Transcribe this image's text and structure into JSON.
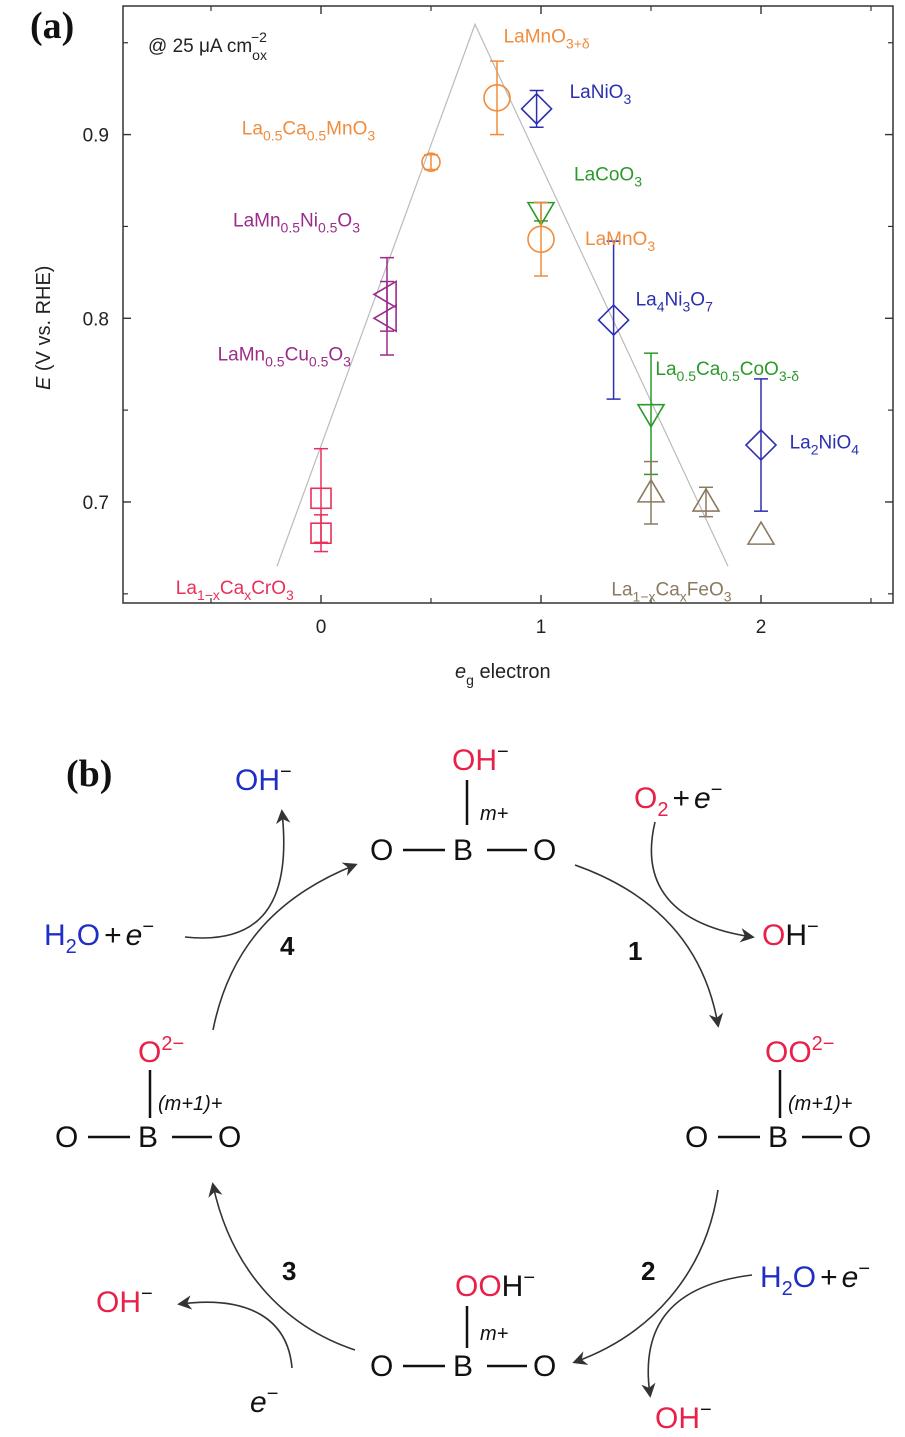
{
  "panel_a": {
    "label": "(a)",
    "condition_label": "@ 25 μA cm",
    "condition_sup": "−2",
    "condition_sub": "ox"
  },
  "chart_data": {
    "type": "scatter",
    "title": "",
    "xlabel_main": "e",
    "xlabel_sub": "g",
    "xlabel_rest": " electron",
    "ylabel_italic": "E",
    "ylabel_rest": " (V vs. RHE)",
    "xlim": [
      -0.9,
      2.6
    ],
    "ylim": [
      0.645,
      0.97
    ],
    "x_ticks": [
      0,
      1,
      2
    ],
    "x_minor_ticks": [
      -0.5,
      0.5,
      1.5,
      2.5
    ],
    "y_ticks": [
      0.7,
      0.8,
      0.9
    ],
    "y_minor_ticks": [
      0.65,
      0.75,
      0.85,
      0.95
    ],
    "grid": false,
    "trend_line": [
      [
        -0.2,
        0.665
      ],
      [
        0.7,
        0.96
      ],
      [
        1.85,
        0.665
      ]
    ],
    "colors": {
      "pink": "#e8305a",
      "purple": "#9b2c8a",
      "orange": "#f08c3c",
      "blue": "#2b2fb0",
      "green": "#2a9a2a",
      "tan": "#8a7a60"
    },
    "points": [
      {
        "x": 0,
        "y": 0.702,
        "err_lo": 0.024,
        "err_hi": 0.027,
        "marker": "square",
        "color": "pink"
      },
      {
        "x": 0,
        "y": 0.683,
        "err_lo": 0.01,
        "err_hi": 0.01,
        "marker": "square",
        "color": "pink"
      },
      {
        "x": 0.3,
        "y": 0.813,
        "err_lo": 0.02,
        "err_hi": 0.02,
        "marker": "triangle-left",
        "color": "purple"
      },
      {
        "x": 0.3,
        "y": 0.8,
        "err_lo": 0.02,
        "err_hi": 0.02,
        "marker": "triangle-left",
        "color": "purple"
      },
      {
        "x": 0.5,
        "y": 0.885,
        "err_lo": 0.004,
        "err_hi": 0.004,
        "marker": "circle",
        "color": "orange"
      },
      {
        "x": 0.8,
        "y": 0.92,
        "err_lo": 0.02,
        "err_hi": 0.02,
        "marker": "circle",
        "color": "orange"
      },
      {
        "x": 0.98,
        "y": 0.914,
        "err_lo": 0.01,
        "err_hi": 0.01,
        "marker": "diamond",
        "color": "blue"
      },
      {
        "x": 1.0,
        "y": 0.858,
        "err_lo": 0.005,
        "err_hi": 0.005,
        "marker": "triangle-down",
        "color": "green"
      },
      {
        "x": 1.0,
        "y": 0.843,
        "err_lo": 0.02,
        "err_hi": 0.02,
        "marker": "circle",
        "color": "orange"
      },
      {
        "x": 1.33,
        "y": 0.799,
        "err_lo": 0.043,
        "err_hi": 0.043,
        "marker": "diamond",
        "color": "blue"
      },
      {
        "x": 1.5,
        "y": 0.748,
        "err_lo": 0.033,
        "err_hi": 0.033,
        "marker": "triangle-down",
        "color": "green"
      },
      {
        "x": 1.5,
        "y": 0.705,
        "err_lo": 0.017,
        "err_hi": 0.017,
        "marker": "triangle-up",
        "color": "tan"
      },
      {
        "x": 1.75,
        "y": 0.7,
        "err_lo": 0.008,
        "err_hi": 0.008,
        "marker": "triangle-up",
        "color": "tan"
      },
      {
        "x": 2.0,
        "y": 0.731,
        "err_lo": 0.036,
        "err_hi": 0.036,
        "marker": "diamond",
        "color": "blue"
      },
      {
        "x": 2.0,
        "y": 0.682,
        "err_lo": 0.0,
        "err_hi": 0.0,
        "marker": "triangle-up",
        "color": "tan"
      }
    ],
    "annotations": [
      {
        "id": "lacrO3",
        "color": "pink",
        "x": -0.66,
        "y": 0.65,
        "parts": [
          [
            "La",
            ""
          ],
          [
            "1−x",
            "sub"
          ],
          [
            "Ca",
            ""
          ],
          [
            "x",
            "sub"
          ],
          [
            "CrO",
            ""
          ],
          [
            "3",
            "sub"
          ]
        ]
      },
      {
        "id": "lamncu",
        "color": "purple",
        "x": -0.47,
        "y": 0.777,
        "parts": [
          [
            "LaMn",
            ""
          ],
          [
            "0.5",
            "sub"
          ],
          [
            "Cu",
            ""
          ],
          [
            "0.5",
            "sub"
          ],
          [
            "O",
            ""
          ],
          [
            "3",
            "sub"
          ]
        ]
      },
      {
        "id": "lamnni",
        "color": "purple",
        "x": -0.4,
        "y": 0.85,
        "parts": [
          [
            "LaMn",
            ""
          ],
          [
            "0.5",
            "sub"
          ],
          [
            "Ni",
            ""
          ],
          [
            "0.5",
            "sub"
          ],
          [
            "O",
            ""
          ],
          [
            "3",
            "sub"
          ]
        ]
      },
      {
        "id": "lacamn",
        "color": "orange",
        "x": -0.36,
        "y": 0.9,
        "parts": [
          [
            "La",
            ""
          ],
          [
            "0.5",
            "sub"
          ],
          [
            "Ca",
            ""
          ],
          [
            "0.5",
            "sub"
          ],
          [
            "MnO",
            ""
          ],
          [
            "3",
            "sub"
          ]
        ]
      },
      {
        "id": "lamno3d",
        "color": "orange",
        "x": 0.83,
        "y": 0.95,
        "parts": [
          [
            "LaMnO",
            ""
          ],
          [
            "3+δ",
            "sub"
          ]
        ]
      },
      {
        "id": "lanio3",
        "color": "blue",
        "x": 1.13,
        "y": 0.92,
        "parts": [
          [
            "LaNiO",
            ""
          ],
          [
            "3",
            "sub"
          ]
        ]
      },
      {
        "id": "lacoo3",
        "color": "green",
        "x": 1.15,
        "y": 0.875,
        "parts": [
          [
            "LaCoO",
            ""
          ],
          [
            "3",
            "sub"
          ]
        ]
      },
      {
        "id": "lamno3",
        "color": "orange",
        "x": 1.2,
        "y": 0.84,
        "parts": [
          [
            "LaMnO",
            ""
          ],
          [
            "3",
            "sub"
          ]
        ]
      },
      {
        "id": "la4ni3o7",
        "color": "blue",
        "x": 1.43,
        "y": 0.807,
        "parts": [
          [
            "La",
            ""
          ],
          [
            "4",
            "sub"
          ],
          [
            "Ni",
            ""
          ],
          [
            "3",
            "sub"
          ],
          [
            "O",
            ""
          ],
          [
            "7",
            "sub"
          ]
        ]
      },
      {
        "id": "lacaco",
        "color": "green",
        "x": 1.52,
        "y": 0.769,
        "parts": [
          [
            "La",
            ""
          ],
          [
            "0.5",
            "sub"
          ],
          [
            "Ca",
            ""
          ],
          [
            "0.5",
            "sub"
          ],
          [
            "CoO",
            ""
          ],
          [
            "3-δ",
            "sub"
          ]
        ]
      },
      {
        "id": "la2nio4",
        "color": "blue",
        "x": 2.13,
        "y": 0.729,
        "parts": [
          [
            "La",
            ""
          ],
          [
            "2",
            "sub"
          ],
          [
            "NiO",
            ""
          ],
          [
            "4",
            "sub"
          ]
        ]
      },
      {
        "id": "lafeo3",
        "color": "tan",
        "x": 1.32,
        "y": 0.649,
        "parts": [
          [
            "La",
            ""
          ],
          [
            "1−x",
            "sub"
          ],
          [
            "Ca",
            ""
          ],
          [
            "x",
            "sub"
          ],
          [
            "FeO",
            ""
          ],
          [
            "3",
            "sub"
          ]
        ]
      }
    ]
  },
  "panel_b": {
    "label": "(b)",
    "colors": {
      "red": "#e8214a",
      "blue": "#1f2ec4",
      "black": "#111111"
    },
    "center_top": {
      "ligand_red": "OH",
      "ligand_charge": "−",
      "oxidation": "m+"
    },
    "right": {
      "ligand_red": "OO",
      "ligand_charge": "2−",
      "oxidation": "(m+1)+"
    },
    "bottom": {
      "ligand_red": "OO",
      "ligand_rest": "H",
      "ligand_charge": "−",
      "oxidation": "m+"
    },
    "left": {
      "ligand_red": "O",
      "ligand_charge": "2−",
      "oxidation": "(m+1)+"
    },
    "backbone": {
      "o": "O",
      "b": "B"
    },
    "steps": [
      "1",
      "2",
      "3",
      "4"
    ],
    "species": {
      "o2": "O",
      "o2_sub": "2",
      "plus": "+",
      "e": "e",
      "e_charge": "−",
      "oh": "OH",
      "oh_charge": "−",
      "h2o_h": "H",
      "h2o_sub": "2",
      "h2o_o": "O"
    }
  }
}
